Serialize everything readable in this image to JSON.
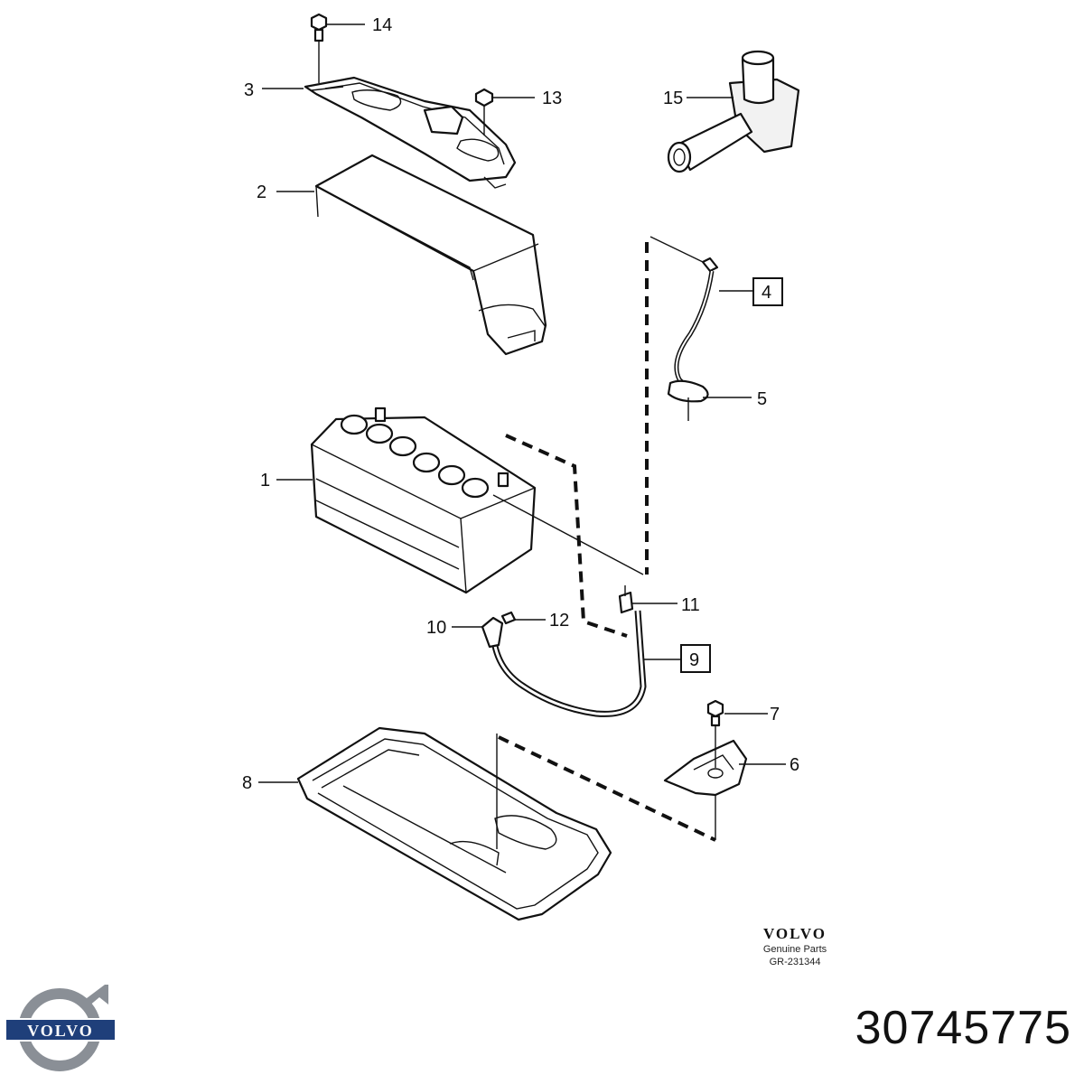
{
  "diagram": {
    "callouts": [
      {
        "id": "c1",
        "label": "1"
      },
      {
        "id": "c2",
        "label": "2"
      },
      {
        "id": "c3",
        "label": "3"
      },
      {
        "id": "c4",
        "label": "4",
        "boxed": true
      },
      {
        "id": "c5",
        "label": "5"
      },
      {
        "id": "c6",
        "label": "6"
      },
      {
        "id": "c7",
        "label": "7"
      },
      {
        "id": "c8",
        "label": "8"
      },
      {
        "id": "c9",
        "label": "9",
        "boxed": true
      },
      {
        "id": "c10",
        "label": "10"
      },
      {
        "id": "c11",
        "label": "11"
      },
      {
        "id": "c12",
        "label": "12"
      },
      {
        "id": "c13",
        "label": "13"
      },
      {
        "id": "c14",
        "label": "14"
      },
      {
        "id": "c15",
        "label": "15"
      }
    ]
  },
  "brand": {
    "name": "VOLVO",
    "tagline": "Genuine Parts",
    "ref_code": "GR-231344"
  },
  "logo": {
    "wordmark": "VOLVO",
    "icon": "volvo-iron-mark-icon",
    "colors": {
      "ring": "#8a8f96",
      "banner": "#1f3f7a",
      "text": "#ffffff"
    }
  },
  "part_number": "30745775"
}
